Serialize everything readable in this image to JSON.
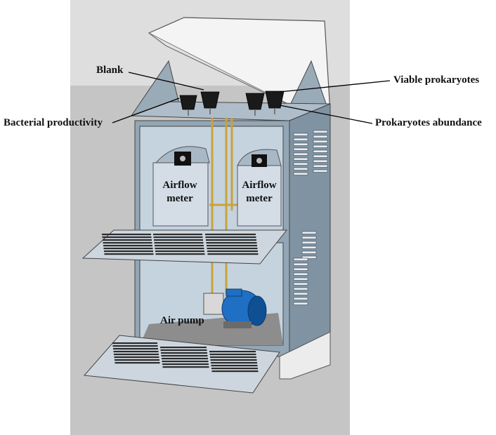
{
  "labels": {
    "blank": "Blank",
    "bacterial_productivity": "Bacterial productivity",
    "viable_prokaryotes": "Viable prokaryotes",
    "prokaryotes_abundance": "Prokaryotes abundance",
    "airflow_meter_left": "Airflow\nmeter",
    "airflow_meter_right": "Airflow\nmeter",
    "air_pump": "Air pump"
  },
  "colors": {
    "cabinet": "#93a6b5",
    "interior": "#c5d3df",
    "pump_motor": "#1f6fc4",
    "filter_holder": "#1a1a1a",
    "tubing": "#c9a33a"
  }
}
